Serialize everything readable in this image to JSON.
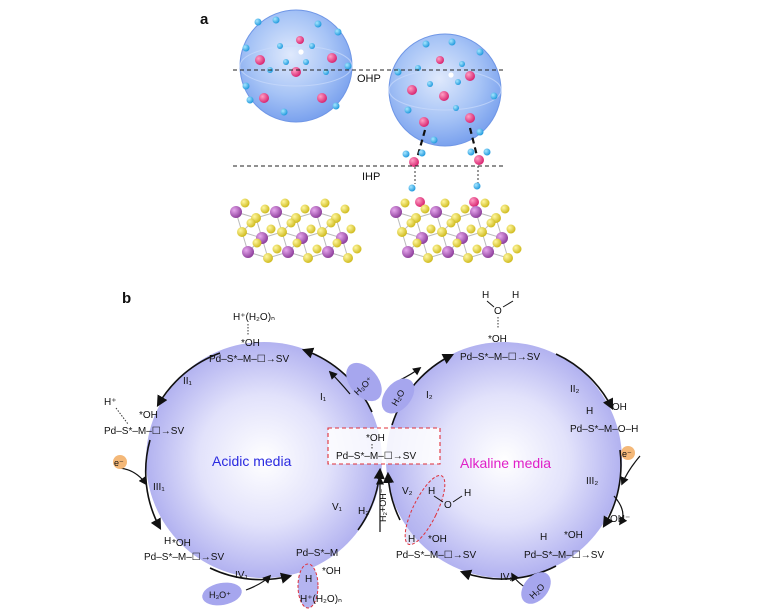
{
  "panel_a": {
    "label": "a",
    "ohp_label": "OHP",
    "ihp_label": "IHP"
  },
  "panel_b": {
    "label": "b",
    "center_oh": "*OH",
    "center_formula": "Pd–S*–M–☐→SV",
    "acidic": {
      "title": "Acidic media",
      "top_oh": "*OH",
      "top_formula": "Pd–S*–M–☐→SV",
      "top_h": "H⁺(H₂O)ₙ",
      "left_h": "H⁺",
      "left_oh": "*OH",
      "left_formula": "Pd–S*–M–☐→SV",
      "bottom_h": "H",
      "bottom_oh": "*OH",
      "bottom_formula": "Pd–S*–M–☐→SV",
      "br_formula": "Pd–S*–M",
      "br_oh": "*OH",
      "br_h": "H",
      "br_h2": "H⁺(H₂O)ₙ",
      "step_I": "I₁",
      "step_II": "II₁",
      "step_III": "III₁",
      "step_IV": "IV₁",
      "step_V": "V₁",
      "h2": "H₂",
      "electron": "e⁻",
      "h3o_top": "H₃O⁺",
      "h3o_bottom": "H₃O⁺"
    },
    "alkaline": {
      "title": "Alkaline media",
      "top_h1": "H",
      "top_o": "O",
      "top_h2": "H",
      "top_oh": "*OH",
      "top_formula": "Pd–S*–M–☐→SV",
      "right_h": "H",
      "right_oh": "*OH",
      "right_formula": "Pd–S*–M–O–H",
      "bottom_h": "H",
      "bottom_oh": "*OH",
      "bottom_formula": "Pd–S*–M–☐→SV",
      "bl_h1": "H",
      "bl_o": "O",
      "bl_h2": "H",
      "bl_h3": "H",
      "bl_oh": "*OH",
      "bl_formula": "Pd–S*–M–☐→SV",
      "step_I": "I₂",
      "step_II": "II₂",
      "step_III": "III₂",
      "step_IV": "IV₂",
      "step_V": "V₂",
      "h2_oh": "H₂+OH⁻",
      "electron": "e⁻",
      "oh_minus": "OH⁻",
      "h2o_top": "H₂O",
      "h2o_bottom": "H₂O"
    }
  },
  "colors": {
    "acidic_text": "#2a2ae0",
    "alkaline_text": "#e020c8",
    "circle_fill": "#b8b8f4",
    "sphere_fill": "#8fb4f2",
    "pink_atom": "#e0307a",
    "blue_atom": "#28a8e8",
    "sulfur": "#e6d632",
    "metal": "#a24fb0",
    "dashed_box": "#e0303a",
    "electron_fill": "#f4b878",
    "blob_fill": "#a6a6ee"
  }
}
